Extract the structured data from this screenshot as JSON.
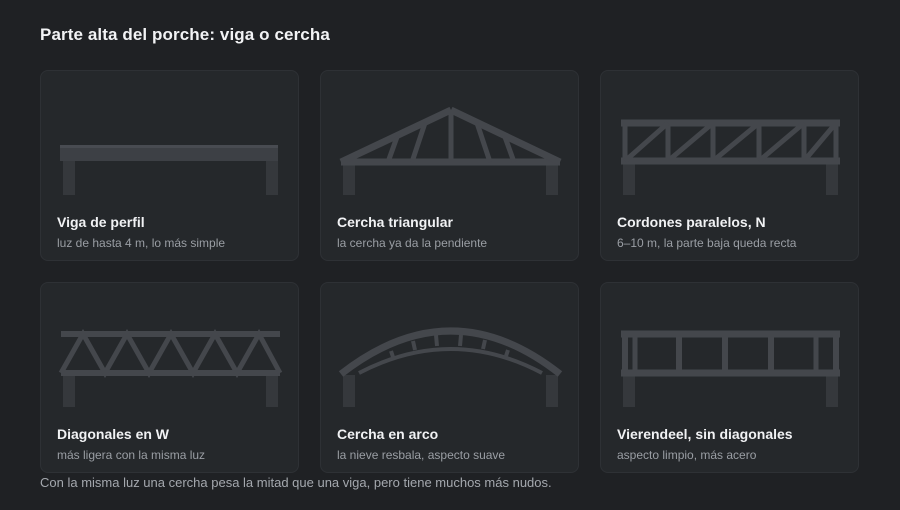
{
  "page": {
    "title": "Parte alta del porche: viga o cercha",
    "footnote": "Con la misma luz una cercha pesa la mitad que una viga, pero tiene muchos más nudos."
  },
  "options": [
    {
      "name": "Viga de perfil",
      "note": "luz de hasta 4 m, lo más simple",
      "icon": "beam-icon"
    },
    {
      "name": "Cercha triangular",
      "note": "la cercha ya da la pendiente",
      "icon": "triangular-truss-icon"
    },
    {
      "name": "Cordones paralelos, N",
      "note": "6–10 m, la parte baja queda recta",
      "icon": "n-truss-icon"
    },
    {
      "name": "Diagonales en W",
      "note": "más ligera con la misma luz",
      "icon": "w-truss-icon"
    },
    {
      "name": "Cercha en arco",
      "note": "la nieve resbala, aspecto suave",
      "icon": "arch-truss-icon"
    },
    {
      "name": "Vierendeel, sin diagonales",
      "note": "aspecto limpio, más acero",
      "icon": "vierendeel-truss-icon"
    }
  ],
  "colors": {
    "background": "#1f2124",
    "card": "#25282b",
    "steel": "#3d4045"
  }
}
